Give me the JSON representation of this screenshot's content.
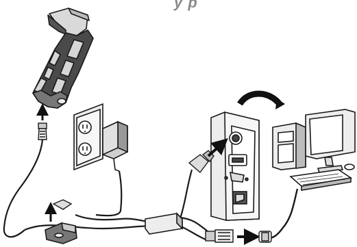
{
  "header": {
    "title_fragment": "y p"
  },
  "diagram": {
    "description_components": [
      "barcode-scanner",
      "base-connector",
      "power-outlet",
      "power-adapter",
      "y-cable-module",
      "pc-back-panel",
      "desktop-computer",
      "monitor",
      "keyboard",
      "keyboard-cable-connector"
    ],
    "colors": {
      "line": "#1a1a1a",
      "panel": "#ededed",
      "scanner_body": "#4a4a4a",
      "scanner_accent": "#d6d6d6",
      "arrow": "#111111"
    }
  }
}
